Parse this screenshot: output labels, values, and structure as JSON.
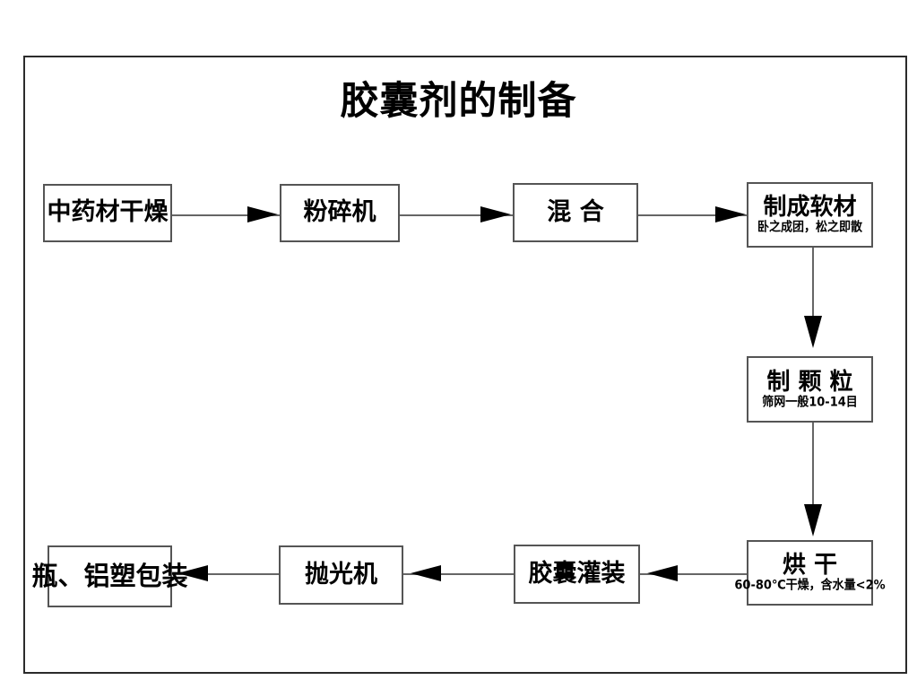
{
  "diagram": {
    "title": "胶囊剂的制备",
    "nodes": [
      {
        "id": "n1",
        "label": "中药材干燥",
        "sub": ""
      },
      {
        "id": "n2",
        "label": "粉碎机",
        "sub": ""
      },
      {
        "id": "n3",
        "label": "混  合",
        "sub": ""
      },
      {
        "id": "n4",
        "label": "制成软材",
        "sub": "卧之成团，松之即散"
      },
      {
        "id": "n5",
        "label": "制 颗 粒",
        "sub": "筛网一般10-14目"
      },
      {
        "id": "n6",
        "label": "烘  干",
        "sub": "60-80℃干燥，含水量<2%"
      },
      {
        "id": "n7",
        "label": "胶囊灌装",
        "sub": ""
      },
      {
        "id": "n8",
        "label": "抛光机",
        "sub": ""
      },
      {
        "id": "n9",
        "label": "瓶、铝塑包装",
        "sub": ""
      }
    ],
    "edges": [
      {
        "from": "n1",
        "to": "n2",
        "direction": "right"
      },
      {
        "from": "n2",
        "to": "n3",
        "direction": "right"
      },
      {
        "from": "n3",
        "to": "n4",
        "direction": "right"
      },
      {
        "from": "n4",
        "to": "n5",
        "direction": "down"
      },
      {
        "from": "n5",
        "to": "n6",
        "direction": "down"
      },
      {
        "from": "n6",
        "to": "n7",
        "direction": "left"
      },
      {
        "from": "n7",
        "to": "n8",
        "direction": "left"
      },
      {
        "from": "n8",
        "to": "n9",
        "direction": "left"
      }
    ],
    "colors": {
      "frame_border": "#2b2b2b",
      "box_border": "#555555",
      "line": "#666666",
      "arrow_fill": "#000000",
      "text": "#000000",
      "background": "#ffffff"
    }
  }
}
